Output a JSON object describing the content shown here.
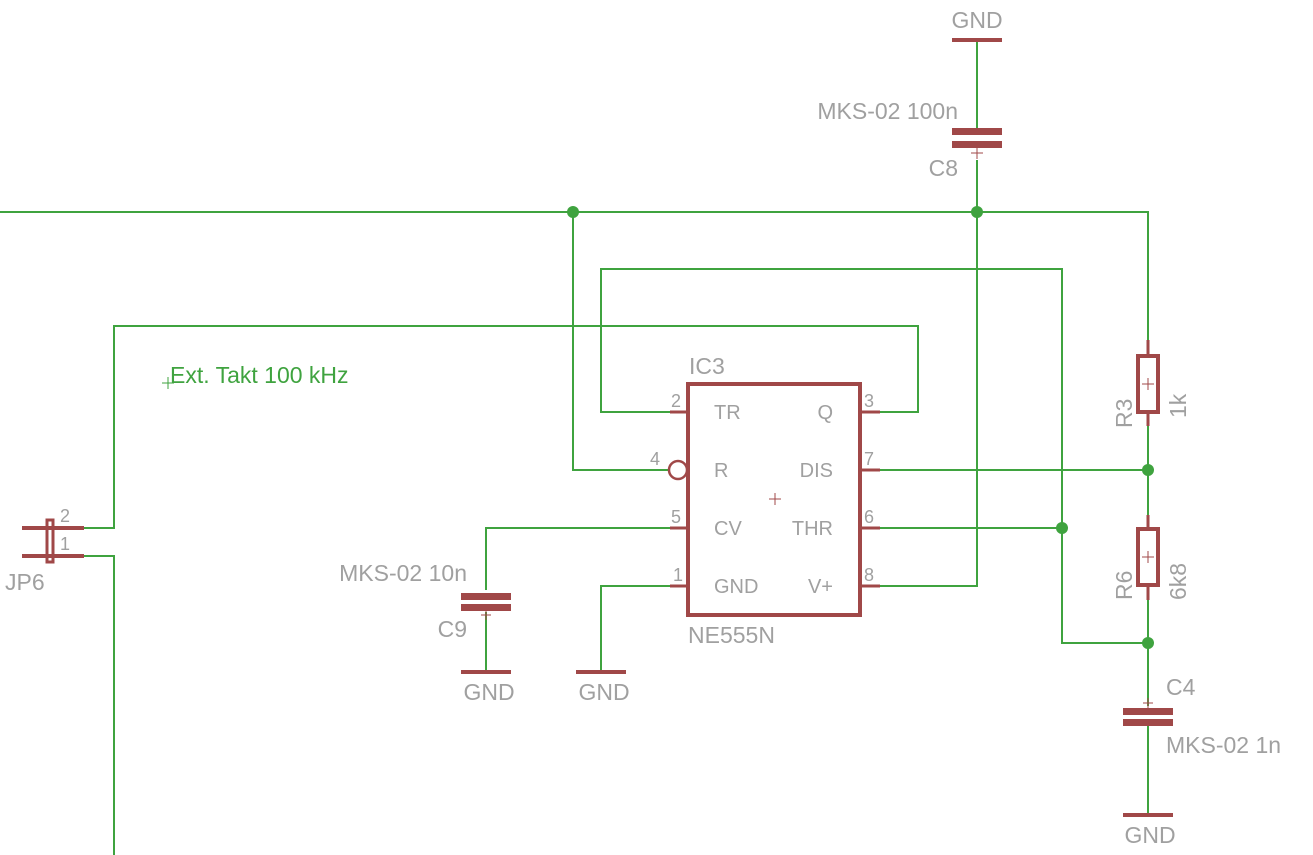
{
  "labels": {
    "gnd_top": "GND",
    "gnd_c9": "GND",
    "gnd_ic": "GND",
    "gnd_c4": "GND",
    "c8_name": "C8",
    "c8_value": "MKS-02 100n",
    "c9_name": "C9",
    "c9_value": "MKS-02 10n",
    "c4_name": "C4",
    "c4_value": "MKS-02 1n",
    "r3_name": "R3",
    "r3_value": "1k",
    "r6_name": "R6",
    "r6_value": "6k8",
    "jp6_name": "JP6",
    "jp6_pin2": "2",
    "jp6_pin1": "1",
    "ic_name": "IC3",
    "ic_value": "NE555N",
    "net_label": "Ext. Takt 100 kHz"
  },
  "ic_pins": {
    "p2": {
      "num": "2",
      "name": "TR"
    },
    "p4": {
      "num": "4",
      "name": "R"
    },
    "p5": {
      "num": "5",
      "name": "CV"
    },
    "p1": {
      "num": "1",
      "name": "GND"
    },
    "p3": {
      "num": "3",
      "name": "Q"
    },
    "p7": {
      "num": "7",
      "name": "DIS"
    },
    "p6": {
      "num": "6",
      "name": "THR"
    },
    "p8": {
      "num": "8",
      "name": "V+"
    }
  },
  "colors": {
    "wire": "#3fa33f",
    "component": "#a04848",
    "label": "#a0a0a0",
    "background": "#ffffff"
  }
}
